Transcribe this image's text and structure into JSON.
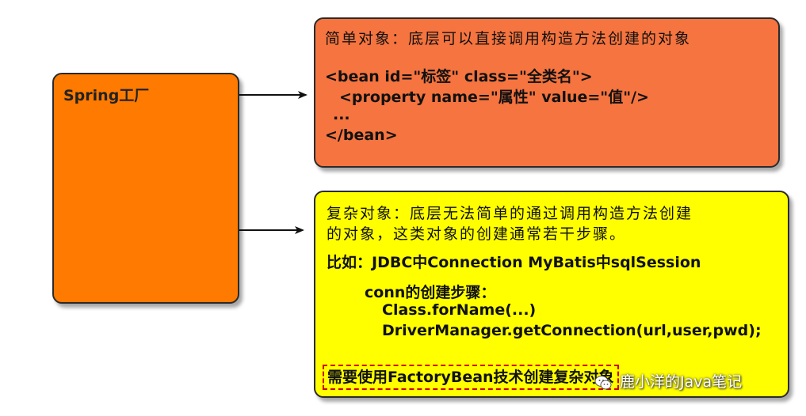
{
  "factory": {
    "label": "Spring工厂"
  },
  "simple": {
    "description": "简单对象：底层可以直接调用构造方法创建的对象",
    "code": [
      "<bean id=\"标签\" class=\"全类名\">",
      "<property name=\"属性\" value=\"值\"/>",
      "...",
      "</bean>"
    ]
  },
  "complex": {
    "description_line1": "复杂对象：底层无法简单的通过调用构造方法创建",
    "description_line2": "的对象，这类对象的创建通常若干步骤。",
    "example": "比如：JDBC中Connection  MyBatis中sqlSession",
    "steps_title": "conn的创建步骤：",
    "steps": [
      "Class.forName(...)",
      "DriverManager.getConnection(url,user,pwd);"
    ],
    "highlight": "需要使用FactoryBean技术创建复杂对象"
  },
  "watermark": {
    "text": "鹿小洋的Java笔记",
    "icon": "wechat-icon"
  },
  "colors": {
    "factory_fill": "#ff7a00",
    "simple_fill": "#f5743f",
    "complex_fill": "#ffff00",
    "highlight_border": "#cc0000"
  }
}
